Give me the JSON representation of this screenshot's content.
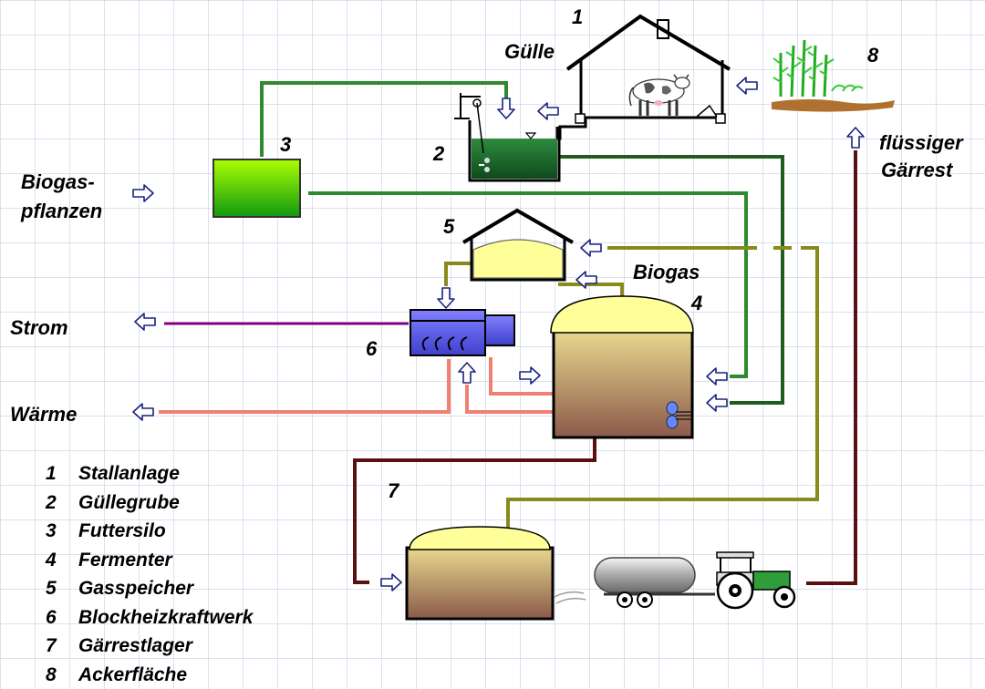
{
  "labels": {
    "guelle": "Gülle",
    "biogas": "Biogas",
    "biogaspflanzen_1": "Biogas-",
    "biogaspflanzen_2": "pflanzen",
    "strom": "Strom",
    "waerme": "Wärme",
    "fluessiger_1": "flüssiger",
    "fluessiger_2": "Gärrest"
  },
  "numbers": {
    "n1": "1",
    "n2": "2",
    "n3": "3",
    "n4": "4",
    "n5": "5",
    "n6": "6",
    "n7": "7",
    "n8": "8"
  },
  "legend": [
    {
      "num": "1",
      "label": "Stallanlage"
    },
    {
      "num": "2",
      "label": "Güllegrube"
    },
    {
      "num": "3",
      "label": "Futtersilo"
    },
    {
      "num": "4",
      "label": "Fermenter"
    },
    {
      "num": "5",
      "label": "Gasspeicher"
    },
    {
      "num": "6",
      "label": "Blockheizkraftwerk"
    },
    {
      "num": "7",
      "label": "Gärrestlager"
    },
    {
      "num": "8",
      "label": "Ackerfläche"
    }
  ],
  "colors": {
    "pipe_green": "#2d8a2d",
    "pipe_dark_green": "#1f5c1f",
    "pipe_olive": "#8a8a1a",
    "pipe_maroon": "#5a1010",
    "pipe_purple": "#800080",
    "pipe_heat": "#f08070",
    "gas_dome": "#ffff99",
    "arrow_outline": "#1a237e"
  }
}
